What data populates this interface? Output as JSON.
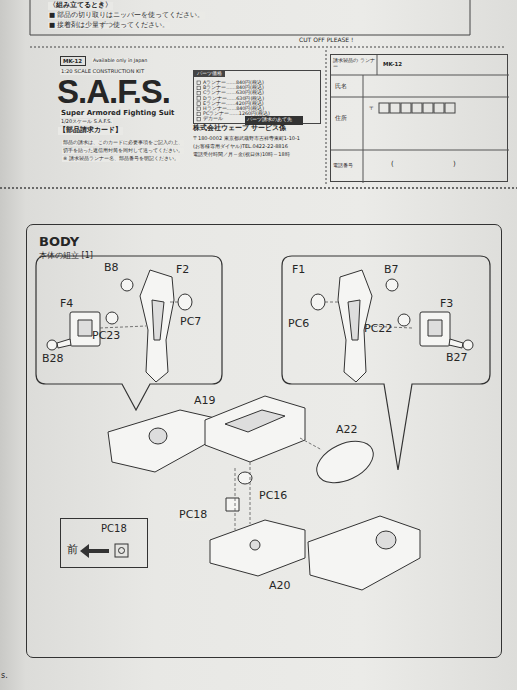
{
  "diagram": {
    "nodes": [
      {
        "text": [
          "MK-12"
        ]
      },
      {
        "text": [
          "パーツ価格",
          "Aランナー……840円(税込)",
          "Bランナー……840円(税込)",
          "Cランナー……630円(税込)",
          "Dランナー……630円(税込)",
          "Eランナー……420円(税込)",
          "Hランナー……840円(税込)",
          "PCランナー……1260円(税込)",
          "デカール"
        ]
      },
      {
        "text": [
          "パーツ請求のあて先"
        ]
      },
      {
        "text": [
          "請求製品の ランナー",
          "MK-12",
          "氏名",
          "住所",
          "〒",
          "電話番号",
          "(",
          ")"
        ]
      },
      {
        "text": [
          "BODY",
          "本体の組立 [1]"
        ]
      },
      {
        "text": [
          "B8",
          "F2",
          "F4",
          "PC7",
          "B28",
          "PC23"
        ],
        "in": 4
      },
      {
        "text": [
          "F1",
          "B7",
          "PC6",
          "F3",
          "PC22",
          "B27"
        ],
        "in": 4
      },
      {
        "text": [
          "PC18",
          "前"
        ],
        "in": 4
      }
    ],
    "labels": [
      "〈組み立てるとき〉",
      "■ 部品の切り取りはニッパーを使ってください。",
      "■ 接着剤は少量ずつ使ってください。",
      "CUT OFF PLEASE !",
      "Available only in Japan",
      "1:20 SCALE CONSTRUCTION KIT",
      "S.A.F.S.",
      "Super Armored Fighting Suit",
      "1/20スケール S.A.F.S.",
      "【部品請求カード】",
      "部品の請求は、このカードに必要事項をご記入の上、",
      "切手を貼った返信用封筒を同封して送ってください。",
      "※ 請求製品ランナー名、部品番号を明記ください。",
      "株式会社ウェーブ サービス係",
      "〒180-0002 東京都武蔵野市吉祥寺東町1-10-1",
      "(お客様専用ダイヤル)TEL.0422-22-8816",
      "電話受付時間／月～金(祝日休)10時～18時",
      "A19",
      "A22",
      "PC18",
      "PC16",
      "A20",
      "s."
    ]
  }
}
